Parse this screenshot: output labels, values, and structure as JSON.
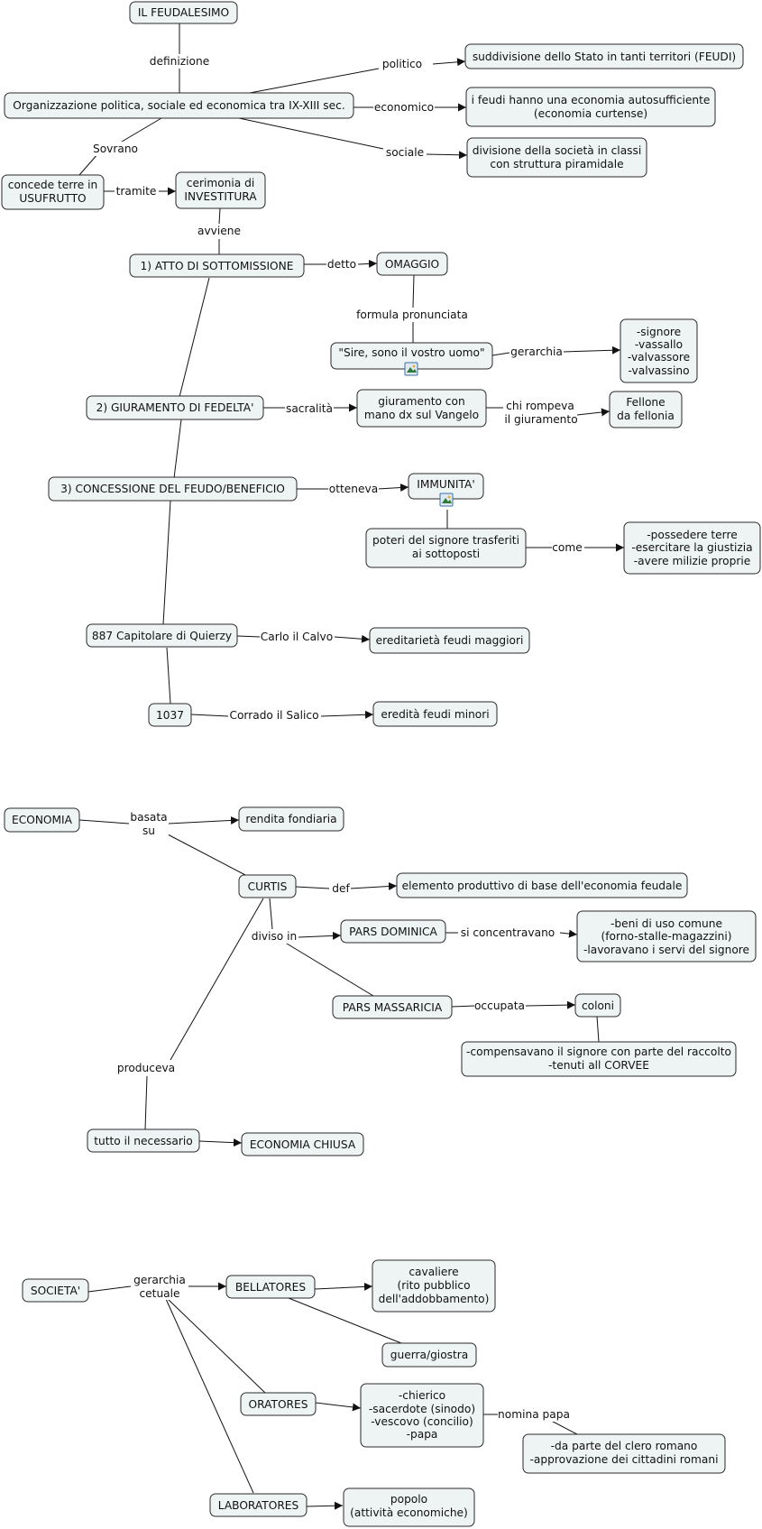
{
  "nodes": {
    "feudalesimo": "IL FEUDALESIMO",
    "organizzazione": "Organizzazione politica, sociale ed economica tra IX-XIII sec.",
    "suddivisione": "suddivisione dello Stato in tanti territori (FEUDI)",
    "economia_auto": [
      "i feudi hanno una economia autosufficiente",
      "(economia curtense)"
    ],
    "divisione_societa": [
      "divisione della società in classi",
      "con struttura piramidale"
    ],
    "concede_terre": [
      "concede terre in",
      "USUFRUTTO"
    ],
    "cerimonia": [
      "cerimonia di",
      "INVESTITURA"
    ],
    "atto": "1) ATTO DI SOTTOMISSIONE",
    "omaggio": "OMAGGIO",
    "sire": "\"Sire, sono il vostro uomo\"",
    "gerarchia_list": [
      "-signore",
      "-vassallo",
      "-valvassore",
      "-valvassino"
    ],
    "giuramento": "2) GIURAMENTO DI FEDELTA'",
    "giuramento_mano": [
      "giuramento con",
      "mano dx sul Vangelo"
    ],
    "fellone": [
      "Fellone",
      "da fellonia"
    ],
    "concessione": "3) CONCESSIONE DEL FEUDO/BENEFICIO",
    "immunita": "IMMUNITA'",
    "poteri": [
      "poteri del signore trasferiti",
      "ai sottoposti"
    ],
    "possedere": [
      "-possedere terre",
      "-esercitare la giustizia",
      "-avere milizie proprie"
    ],
    "capitolare": "887 Capitolare di Quierzy",
    "ereditarieta": "ereditarietà feudi maggiori",
    "anno1037": "1037",
    "eredita_minori": "eredità feudi minori",
    "economia": "ECONOMIA",
    "rendita": "rendita fondiaria",
    "curtis": "CURTIS",
    "elemento": "elemento produttivo di base dell'economia feudale",
    "pars_dominica": "PARS DOMINICA",
    "beni": [
      "-beni di uso comune",
      "(forno-stalle-magazzini)",
      "-lavoravano i servi del signore"
    ],
    "pars_massaricia": "PARS MASSARICIA",
    "coloni": "coloni",
    "compensavano": [
      "-compensavano il signore con parte del raccolto",
      "-tenuti all CORVEE"
    ],
    "tutto": "tutto il necessario",
    "economia_chiusa": "ECONOMIA CHIUSA",
    "societa": "SOCIETA'",
    "bellatores": "BELLATORES",
    "cavaliere": [
      "cavaliere",
      "(rito pubblico",
      "dell'addobbamento)"
    ],
    "guerra": "guerra/giostra",
    "oratores": "ORATORES",
    "chierico": [
      "-chierico",
      "-sacerdote (sinodo)",
      "-vescovo (concilio)",
      "-papa"
    ],
    "da_parte": [
      "-da parte del clero romano",
      "-approvazione dei cittadini romani"
    ],
    "laboratores": "LABORATORES",
    "popolo": [
      "popolo",
      "(attività economiche)"
    ]
  },
  "links": {
    "definizione": "definizione",
    "politico": "politico",
    "economico": "economico",
    "sociale": "sociale",
    "sovrano": "Sovrano",
    "tramite": "tramite",
    "avviene": "avviene",
    "detto": "detto",
    "formula": "formula pronunciata",
    "gerarchia": "gerarchia",
    "sacralita": "sacralità",
    "chi_rompeva": [
      "chi rompeva",
      "il giuramento"
    ],
    "otteneva": "otteneva",
    "come": "come",
    "carlo": "Carlo il Calvo",
    "corrado": "Corrado il Salico",
    "basata": [
      "basata",
      "su"
    ],
    "def": "def",
    "diviso": "diviso in",
    "si_concentravano": "si concentravano",
    "occupata": "occupata",
    "produceva": "produceva",
    "gerarchia_cetuale": [
      "gerarchia",
      "cetuale"
    ],
    "nomina_papa": "nomina papa"
  },
  "icons": {
    "image_resource": "image-icon"
  }
}
